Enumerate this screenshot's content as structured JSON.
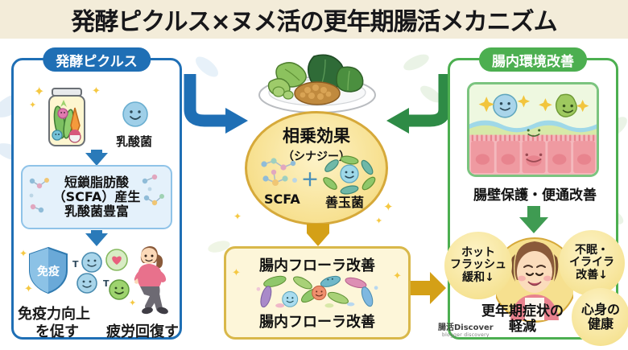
{
  "title": "発酵ピクルス×ヌメ活の更年期腸活メカニズム",
  "colors": {
    "band": "#f3ecd9",
    "blue": "#1f6fb5",
    "green": "#4caf50",
    "gold": "#d6a93a",
    "arrow_blue": "#1f6fb5",
    "arrow_green": "#2e8b46",
    "arrow_gold": "#d4a017"
  },
  "left_panel": {
    "header": "発酵ピクルス",
    "jar_icon": "pickle-jar-icon",
    "bacteria_label": "乳酸菌",
    "scfa_box": {
      "line1": "短鎖脂肪酸",
      "line2": "（SCFA）産生",
      "line3": "乳酸菌豊富"
    },
    "shield_label": "免疫",
    "outcome_left_line1": "免疫力向上",
    "outcome_left_line2": "を促す",
    "outcome_right": "疲労回復す"
  },
  "center": {
    "plate_icon": "vegetable-plate-icon",
    "synergy_title": "相乗効果",
    "synergy_subtitle": "（シナジー）",
    "scfa_label": "SCFA",
    "plus_sign": "＋",
    "good_bacteria_label": "善玉菌",
    "flora_top_label": "腸内フローラ改善",
    "flora_bottom_label": "腸内フローラ改善"
  },
  "right_panel": {
    "header": "腸内環境改善",
    "gut_caption": "腸壁保護・便通改善",
    "bubbles": [
      {
        "id": "hot-flash",
        "lines": [
          "ホット",
          "フラッシュ",
          "緩和↓"
        ]
      },
      {
        "id": "insomnia",
        "lines": [
          "不眠・",
          "イライラ",
          "改善↓"
        ]
      },
      {
        "id": "menopause-relief",
        "lines": [
          "更年期症状の",
          "軽減"
        ]
      },
      {
        "id": "mind-body",
        "lines": [
          "心身の",
          "健康"
        ]
      }
    ],
    "face_icon": "smiling-woman-icon"
  },
  "watermark": {
    "line1": "腸活Discover",
    "line2": "blogger discovery"
  }
}
